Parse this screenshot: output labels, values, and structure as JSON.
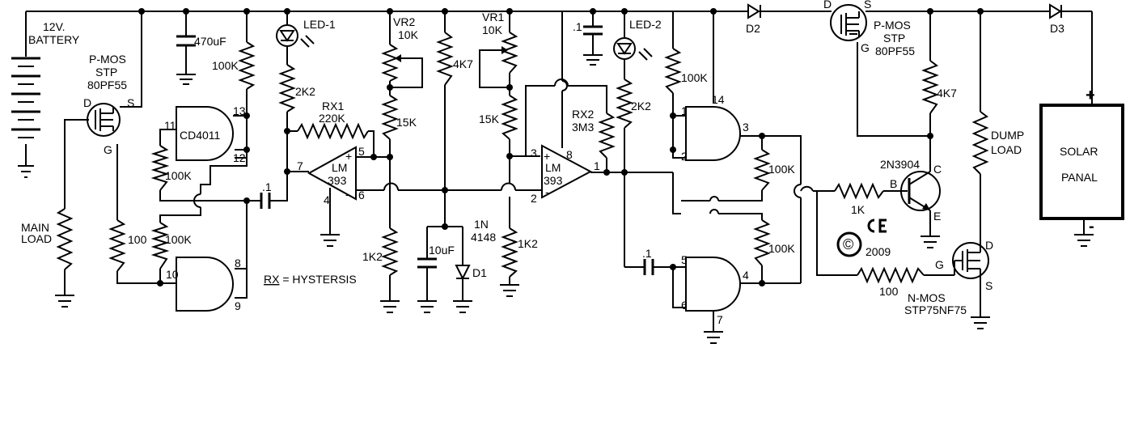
{
  "schematic": {
    "battery": {
      "voltage": "12V.",
      "name": "BATTERY"
    },
    "cap_470": "470uF",
    "pmos1": {
      "type": "P-MOS",
      "line1": "STP",
      "line2": "80PF55",
      "d": "D",
      "s": "S",
      "g": "G"
    },
    "main_load": {
      "line1": "MAIN",
      "line2": "LOAD"
    },
    "r100k_top": "100K",
    "led1": "LED-1",
    "r2k2_left": "2K2",
    "rx1": {
      "name": "RX1",
      "value": "220K"
    },
    "vr2": {
      "name": "VR2",
      "value": "10K"
    },
    "r15k_left": "15K",
    "r4k7_mid": "4K7",
    "vr1": {
      "name": "VR1",
      "value": "10K"
    },
    "r15k_right": "15K",
    "rx2": {
      "name": "RX2",
      "value": "3M3"
    },
    "cap_01_top": ".1",
    "led2": "LED-2",
    "r2k2_right": "2K2",
    "r100k_right": "100K",
    "d2": "D2",
    "pmos2": {
      "type": "P-MOS",
      "line1": "STP",
      "line2": "80PF55",
      "d": "D",
      "s": "S",
      "g": "G"
    },
    "r4k7_right": "4K7",
    "d3": "D3",
    "solar": {
      "line1": "SOLAR",
      "line2": "PANAL",
      "plus": "+",
      "minus": "-"
    },
    "dump_load": {
      "line1": "DUMP",
      "line2": "LOAD"
    },
    "npn": {
      "name": "2N3904",
      "b": "B",
      "c": "C",
      "e": "E"
    },
    "r1k": "1K",
    "nmos": {
      "type": "N-MOS",
      "name": "STP75NF75",
      "g": "G",
      "d": "D",
      "s": "S"
    },
    "r100_right": "100",
    "copyright": {
      "mark": "©",
      "year": "2009"
    },
    "cd4011": "CD4011",
    "r100k_g1": "100K",
    "r100k_g2": "100K",
    "r100_left": "100",
    "cap_01_a": ".1",
    "cap_01_b": ".1",
    "lm393a": {
      "line1": "LM",
      "line2": "393"
    },
    "lm393b": {
      "line1": "LM",
      "line2": "393"
    },
    "r1k2_left": "1K2",
    "r1k2_right": "1K2",
    "cap_10u": "10uF",
    "diode1": {
      "line1": "1N",
      "line2": "4148",
      "name": "D1"
    },
    "r100k_g3": "100K",
    "r100k_g4": "100K",
    "rx_note": {
      "rx": "RX",
      "rest": " = HYSTERSIS"
    },
    "pins": {
      "p13": "13",
      "p11": "11",
      "p12": "12",
      "p10": "10",
      "p8": "8",
      "p9": "9",
      "p7": "7",
      "p5": "5",
      "p4": "4",
      "p6": "6",
      "p3": "3",
      "p8b": "8",
      "p2": "2",
      "p1": "1",
      "g_p1": "1",
      "g_p14": "14",
      "g_p2": "2",
      "g_p3": "3",
      "g_p5": "5",
      "g_p6": "6",
      "g_p4": "4",
      "g_p7": "7"
    }
  }
}
